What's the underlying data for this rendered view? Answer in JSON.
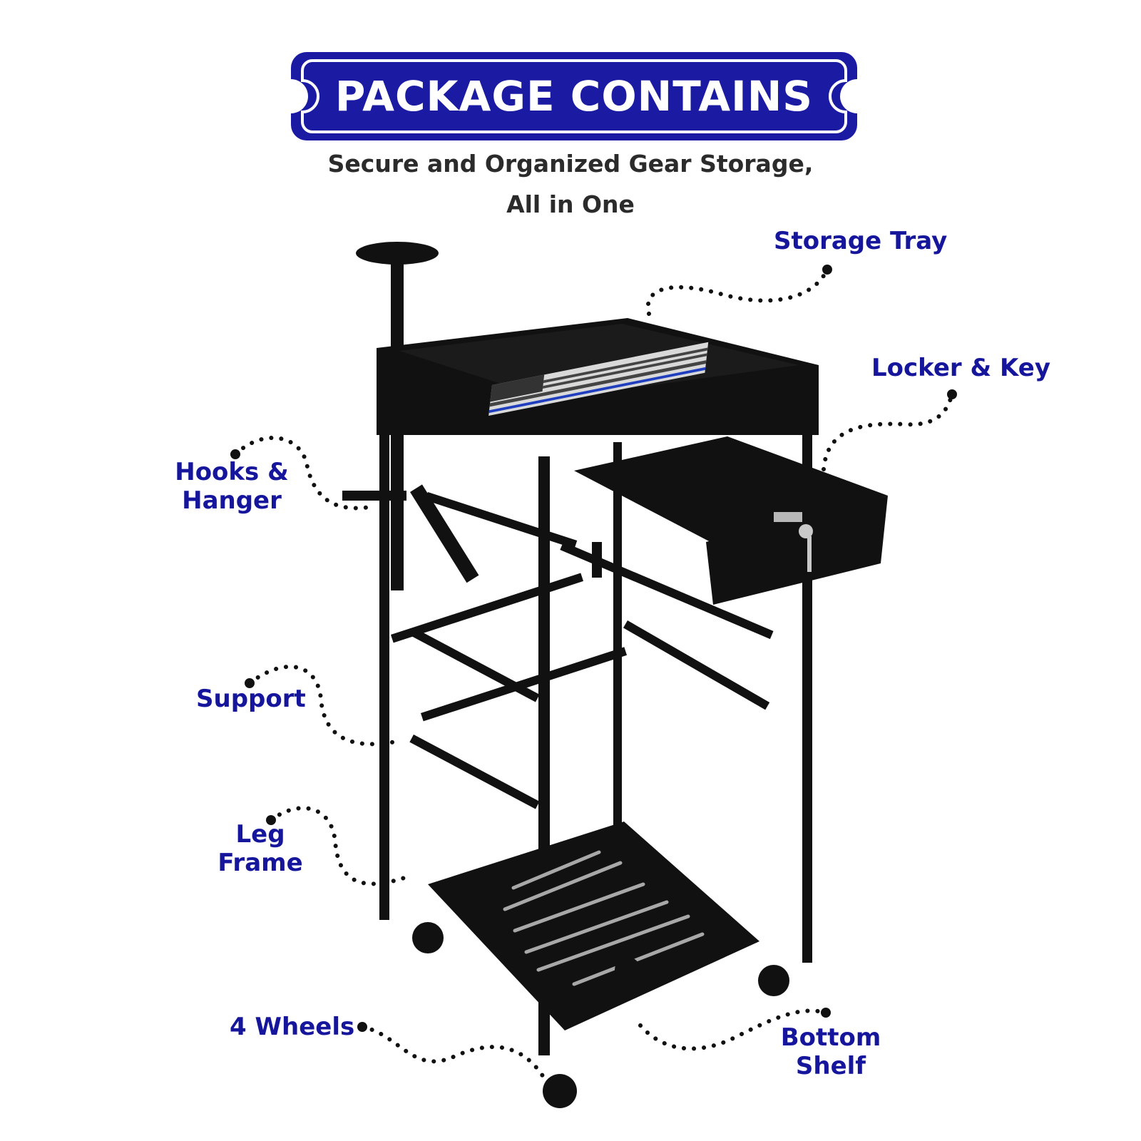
{
  "banner": {
    "title": "PACKAGE CONTAINS",
    "color": "#1a1aa3"
  },
  "subtitle": {
    "line1": "Secure and Organized Gear Storage,",
    "line2": "All in One"
  },
  "callouts": {
    "storage_tray": "Storage Tray",
    "locker_key": "Locker & Key",
    "hooks_line1": "Hooks &",
    "hooks_line2": "Hanger",
    "support": "Support",
    "leg_line1": "Leg",
    "leg_line2": "Frame",
    "wheels": "4 Wheels",
    "shelf_line1": "Bottom",
    "shelf_line2": "Shelf"
  },
  "colors": {
    "label": "#16169c",
    "product": "#111111",
    "accent_stripe": "#1f3fbf"
  }
}
